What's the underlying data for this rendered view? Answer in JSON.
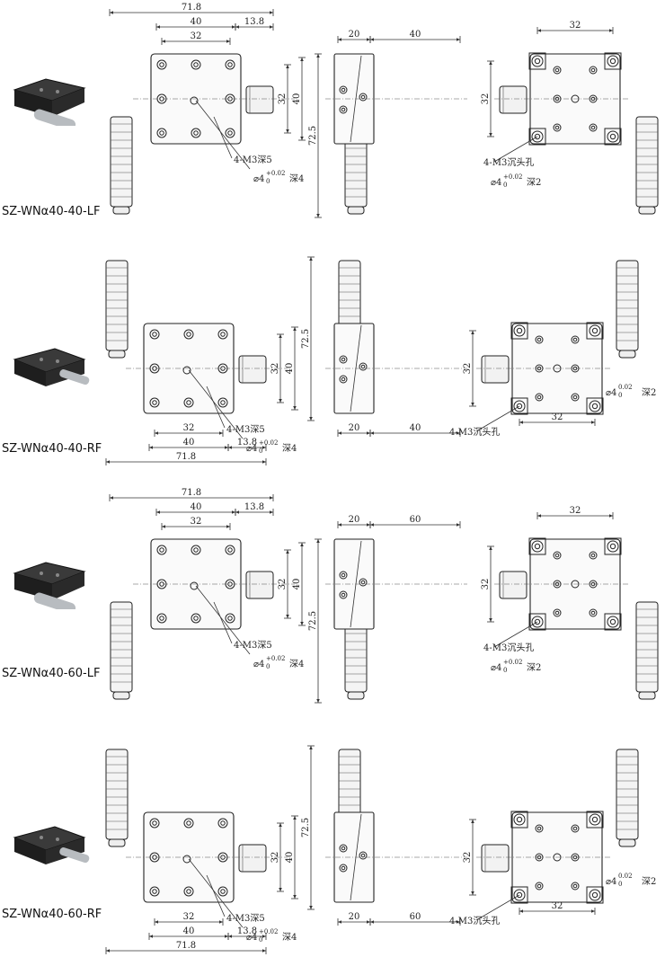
{
  "models": [
    {
      "label": "SZ-WNα40-40-LF",
      "micrometer_side": "left",
      "front": {
        "width_total": "71.8",
        "width_body": "40",
        "hole_pitch": "32",
        "knob_offset": "13.8",
        "height_body": "40",
        "hole_pitch_v": "32",
        "height_total": "72.5",
        "note_thread": "4-M3深5",
        "note_pin_main": "⌀4",
        "note_pin_tol": "+0.02",
        "note_pin_tol2": "0",
        "note_pin_depth": "深4"
      },
      "side": {
        "thickness": "20",
        "travel": "40"
      },
      "rear": {
        "hole_pitch_h": "32",
        "hole_pitch_v": "32",
        "note_counterbore": "4-M3沉头孔",
        "note_pin_main": "⌀4",
        "note_pin_tol": "+0.02",
        "note_pin_tol2": "0",
        "note_pin_depth": "深2"
      }
    },
    {
      "label": "SZ-WNα40-40-RF",
      "micrometer_side": "right",
      "front": {
        "width_total": "71.8",
        "width_body": "40",
        "hole_pitch": "32",
        "knob_offset": "13.8",
        "height_body": "40",
        "hole_pitch_v": "32",
        "height_total": "72.5",
        "note_thread": "4-M3深5",
        "note_pin_main": "⌀4",
        "note_pin_tol": "+0.02",
        "note_pin_tol2": "0",
        "note_pin_depth": "深4"
      },
      "side": {
        "thickness": "20",
        "travel": "40"
      },
      "rear": {
        "hole_pitch_h": "32",
        "hole_pitch_v": "32",
        "note_counterbore": "4-M3沉头孔",
        "note_pin_main": "⌀4",
        "note_pin_tol": "0.02",
        "note_pin_tol2": "0",
        "note_pin_depth": "深2"
      }
    },
    {
      "label": "SZ-WNα40-60-LF",
      "micrometer_side": "left",
      "front": {
        "width_total": "71.8",
        "width_body": "40",
        "hole_pitch": "32",
        "knob_offset": "13.8",
        "height_body": "40",
        "hole_pitch_v": "32",
        "height_total": "72.5",
        "note_thread": "4-M3深5",
        "note_pin_main": "⌀4",
        "note_pin_tol": "+0.02",
        "note_pin_tol2": "0",
        "note_pin_depth": "深4"
      },
      "side": {
        "thickness": "20",
        "travel": "60"
      },
      "rear": {
        "hole_pitch_h": "32",
        "hole_pitch_v": "32",
        "note_counterbore": "4-M3沉头孔",
        "note_pin_main": "⌀4",
        "note_pin_tol": "+0.02",
        "note_pin_tol2": "0",
        "note_pin_depth": "深2"
      }
    },
    {
      "label": "SZ-WNα40-60-RF",
      "micrometer_side": "right",
      "front": {
        "width_total": "71.8",
        "width_body": "40",
        "hole_pitch": "32",
        "knob_offset": "13.8",
        "height_body": "40",
        "hole_pitch_v": "32",
        "height_total": "72.5",
        "note_thread": "4-M3深5",
        "note_pin_main": "⌀4",
        "note_pin_tol": "+0.02",
        "note_pin_tol2": "0",
        "note_pin_depth": "深4"
      },
      "side": {
        "thickness": "20",
        "travel": "60"
      },
      "rear": {
        "hole_pitch_h": "32",
        "hole_pitch_v": "32",
        "note_counterbore": "4-M3沉头孔",
        "note_pin_main": "⌀4",
        "note_pin_tol": "0.02",
        "note_pin_tol2": "0",
        "note_pin_depth": "深2"
      }
    }
  ],
  "colors": {
    "line": "#222222",
    "body": "#fafafa",
    "stage_photo": "#1e1e1e",
    "micrometer": "#b8bcc0"
  }
}
